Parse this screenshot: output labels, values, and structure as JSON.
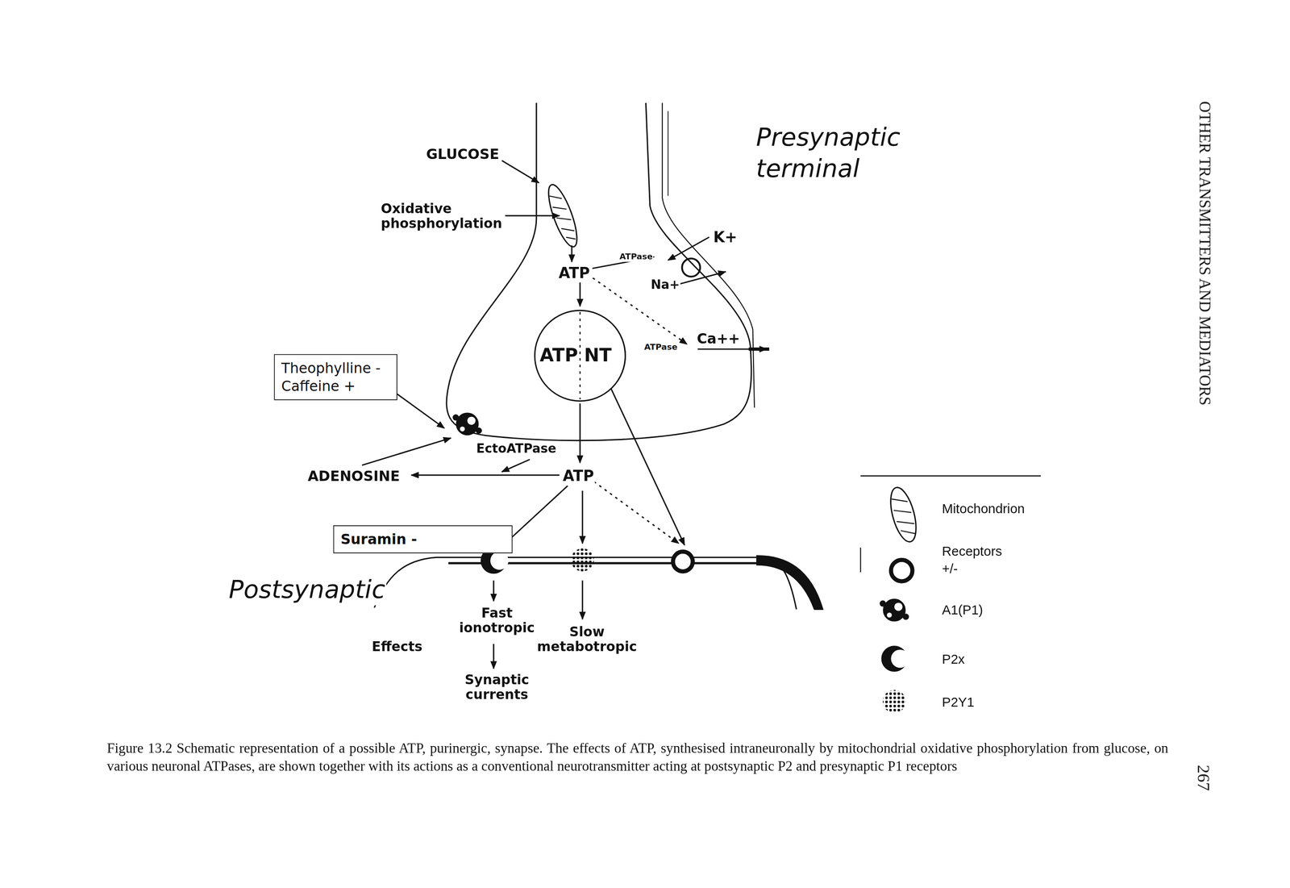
{
  "diagram": {
    "caption": "Figure 13.2 Schematic representation of a possible ATP, purinergic, synapse. The effects of ATP, synthesised intraneuronally by mitochondrial oxidative phosphorylation from glucose, on various neuronal ATPases, are shown together with its actions as a conventional neurotransmitter acting at postsynaptic P2 and presynaptic P1 receptors",
    "nodes": [
      {
        "text": [
          "Theophylline - Caffeine +"
        ]
      },
      {
        "text": [
          "Suramin -"
        ]
      },
      {
        "text": [
          "ATP",
          "NT"
        ]
      }
    ],
    "labels": [
      "GLUCOSE",
      "Oxidative phosphorylation",
      "ATP",
      "ATPase",
      "K+",
      "Na+",
      "ATPase",
      "Ca++",
      "EctoATPase",
      "ADENOSINE",
      "ATP",
      "Postsynaptic",
      "Fast ionotropic",
      "Synaptic currents",
      "Slow metabotropic",
      "Effects",
      "Presynaptic terminal",
      "OTHER TRANSMITTERS AND MEDIATORS",
      "267"
    ],
    "legend": [
      {
        "text": "Mitochondrion"
      },
      {
        "text": "Receptors +/-"
      },
      {
        "text": "A1(P1)"
      },
      {
        "text": "P2x"
      },
      {
        "text": "P2Y1"
      }
    ]
  }
}
